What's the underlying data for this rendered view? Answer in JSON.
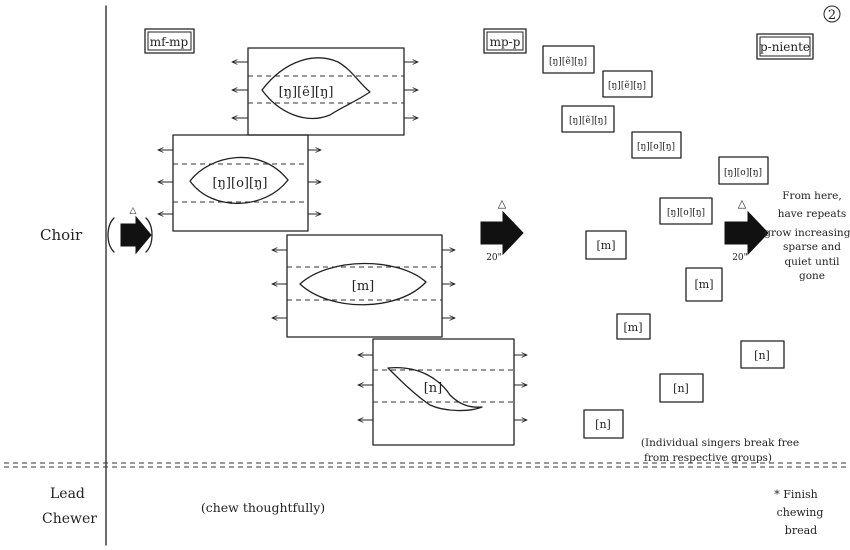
{
  "page_number": "2",
  "staff_labels": {
    "choir": "Choir",
    "lead_line1": "Lead",
    "lead_line2": "Chewer"
  },
  "dynamics": {
    "first": "mf-mp",
    "second": "mp-p",
    "third": "p-niente"
  },
  "group_boxes": {
    "g1": "[ŋ][ẽ][ŋ]",
    "g2": "[ŋ][o][ŋ]",
    "g3": "[m]",
    "g4": "[n]"
  },
  "scatter": {
    "s1": "[ŋ][ẽ][ŋ]",
    "s2": "[ŋ][ẽ][ŋ]",
    "s3": "[ŋ][ẽ][ŋ]",
    "s4": "[ŋ][o][ŋ]",
    "s5": "[ŋ][o][ŋ]",
    "s6": "[ŋ][o][ŋ]",
    "s7": "[m]",
    "s8": "[m]",
    "s9": "[m]",
    "s10": "[n]",
    "s11": "[n]",
    "s12": "[n]"
  },
  "durations": {
    "d1": "20\"",
    "d2": "20\""
  },
  "annotations": {
    "repeats_1": "From here,",
    "repeats_2": "have repeats",
    "repeats_3": "grow increasingly",
    "repeats_4": "sparse and",
    "repeats_5": "quiet until",
    "repeats_6": "gone",
    "breakfree_1": "(Individual singers break free",
    "breakfree_2": "from respective groups)",
    "chew": "(chew thoughtfully)",
    "finish_1": "* Finish",
    "finish_2": "chewing",
    "finish_3": "bread"
  },
  "cue_symbol": "△"
}
